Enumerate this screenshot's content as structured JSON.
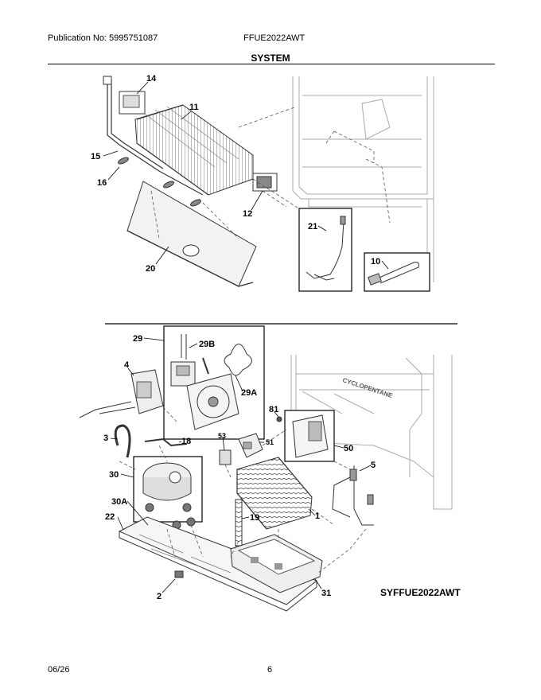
{
  "header": {
    "publication": "Publication No: 5995751087",
    "model": "FFUE2022AWT"
  },
  "section_title": "SYSTEM",
  "diagram": {
    "callouts": {
      "c14": "14",
      "c11": "11",
      "c15": "15",
      "c16": "16",
      "c12": "12",
      "c20": "20",
      "c21": "21",
      "c10": "10",
      "c29": "29",
      "c29b": "29B",
      "c29a": "29A",
      "c4": "4",
      "c81": "81",
      "c3": "3",
      "c18": "18",
      "c53": "53",
      "c51": "51",
      "c50": "50",
      "c30": "30",
      "c5": "5",
      "c30a": "30A",
      "c19": "19",
      "c1": "1",
      "c22": "22",
      "c2": "2",
      "c31": "31"
    },
    "cabinet_text": "CYCLOPENTANE",
    "diagram_code": "SYFFUE2022AWT"
  },
  "footer": {
    "date": "06/26",
    "page": "6"
  }
}
